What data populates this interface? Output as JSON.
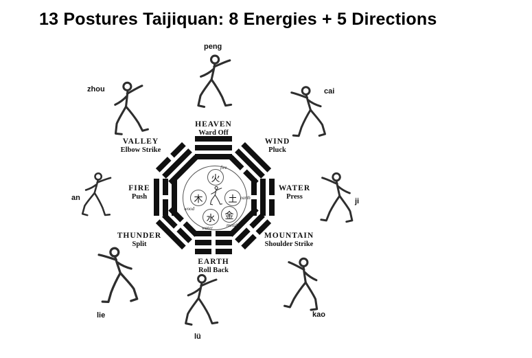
{
  "title": "13 Postures Taijiquan: 8 Energies + 5 Directions",
  "colors": {
    "ink": "#111111",
    "background": "#ffffff"
  },
  "energies": [
    {
      "pinyin": "peng",
      "gate": "HEAVEN",
      "technique": "Ward Off",
      "trigram": [
        1,
        1,
        1
      ]
    },
    {
      "pinyin": "cai",
      "gate": "WIND",
      "technique": "Pluck",
      "trigram": [
        1,
        1,
        0
      ]
    },
    {
      "pinyin": "ji",
      "gate": "WATER",
      "technique": "Press",
      "trigram": [
        0,
        1,
        0
      ]
    },
    {
      "pinyin": "kao",
      "gate": "MOUNTAIN",
      "technique": "Shoulder Strike",
      "trigram": [
        1,
        0,
        0
      ]
    },
    {
      "pinyin": "lü",
      "gate": "EARTH",
      "technique": "Roll Back",
      "trigram": [
        0,
        0,
        0
      ]
    },
    {
      "pinyin": "lie",
      "gate": "THUNDER",
      "technique": "Split",
      "trigram": [
        0,
        0,
        1
      ]
    },
    {
      "pinyin": "an",
      "gate": "FIRE",
      "technique": "Push",
      "trigram": [
        1,
        0,
        1
      ]
    },
    {
      "pinyin": "zhou",
      "gate": "VALLEY",
      "technique": "Elbow Strike",
      "trigram": [
        0,
        1,
        1
      ]
    }
  ],
  "five_elements": [
    {
      "name": "fire",
      "char": "火"
    },
    {
      "name": "wood",
      "char": "木"
    },
    {
      "name": "earth",
      "char": "土"
    },
    {
      "name": "water",
      "char": "水"
    },
    {
      "name": "metal",
      "char": "金"
    }
  ]
}
